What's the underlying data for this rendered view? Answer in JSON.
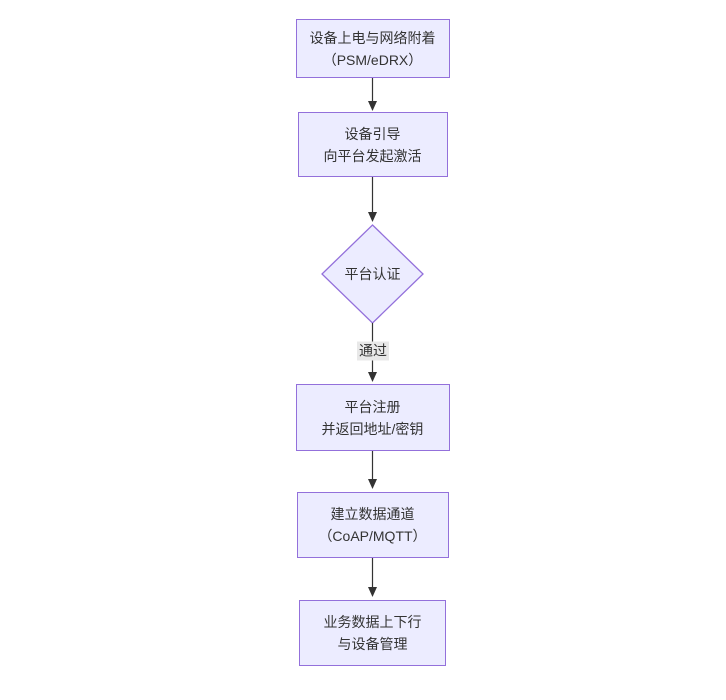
{
  "diagram": {
    "type": "flowchart-top-down",
    "colors": {
      "canvas_bg": "#ffffff",
      "node_fill": "#ECECFF",
      "node_border": "#9370DB",
      "edge_color": "#333333",
      "text_color": "#333333",
      "edge_label_bg": "#e8e8e8"
    },
    "nodes": [
      {
        "id": "power-attach",
        "shape": "rect",
        "line1": "设备上电与网络附着",
        "line2": "（PSM/eDRX）"
      },
      {
        "id": "bootstrap",
        "shape": "rect",
        "line1": "设备引导",
        "line2": "向平台发起激活"
      },
      {
        "id": "platform-auth",
        "shape": "diamond",
        "line1": "平台认证",
        "line2": ""
      },
      {
        "id": "platform-register",
        "shape": "rect",
        "line1": "平台注册",
        "line2": "并返回地址/密钥"
      },
      {
        "id": "data-channel",
        "shape": "rect",
        "line1": "建立数据通道",
        "line2": "（CoAP/MQTT）"
      },
      {
        "id": "business-data",
        "shape": "rect",
        "line1": "业务数据上下行",
        "line2": "与设备管理"
      }
    ],
    "edges": [
      {
        "from": "power-attach",
        "to": "bootstrap",
        "label": ""
      },
      {
        "from": "bootstrap",
        "to": "platform-auth",
        "label": ""
      },
      {
        "from": "platform-auth",
        "to": "platform-register",
        "label": "通过"
      },
      {
        "from": "platform-register",
        "to": "data-channel",
        "label": ""
      },
      {
        "from": "data-channel",
        "to": "business-data",
        "label": ""
      }
    ]
  }
}
